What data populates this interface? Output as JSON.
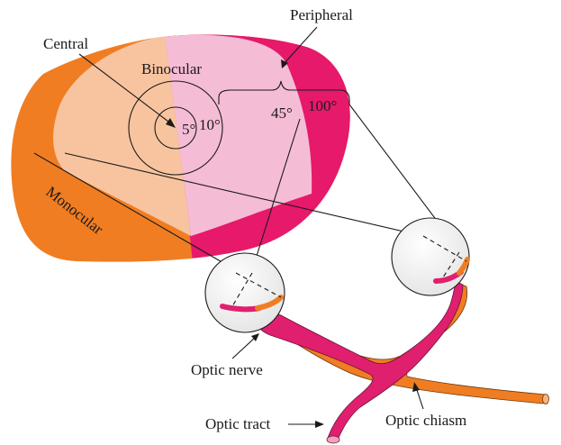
{
  "labels": {
    "peripheral": "Peripheral",
    "central": "Central",
    "binocular": "Binocular",
    "monocular": "Monocular",
    "deg5": "5°",
    "deg10": "10°",
    "deg45": "45°",
    "deg100": "100°",
    "optic_nerve": "Optic nerve",
    "optic_tract": "Optic tract",
    "optic_chiasm": "Optic chiasm"
  },
  "colors": {
    "monocular_orange": "#f07d22",
    "binocular_light_orange": "#f8c4a0",
    "binocular_light_pink": "#f5bcd6",
    "peripheral_magenta": "#e6196a",
    "pathway_magenta": "#e01f6f",
    "pathway_orange": "#f07d22"
  }
}
